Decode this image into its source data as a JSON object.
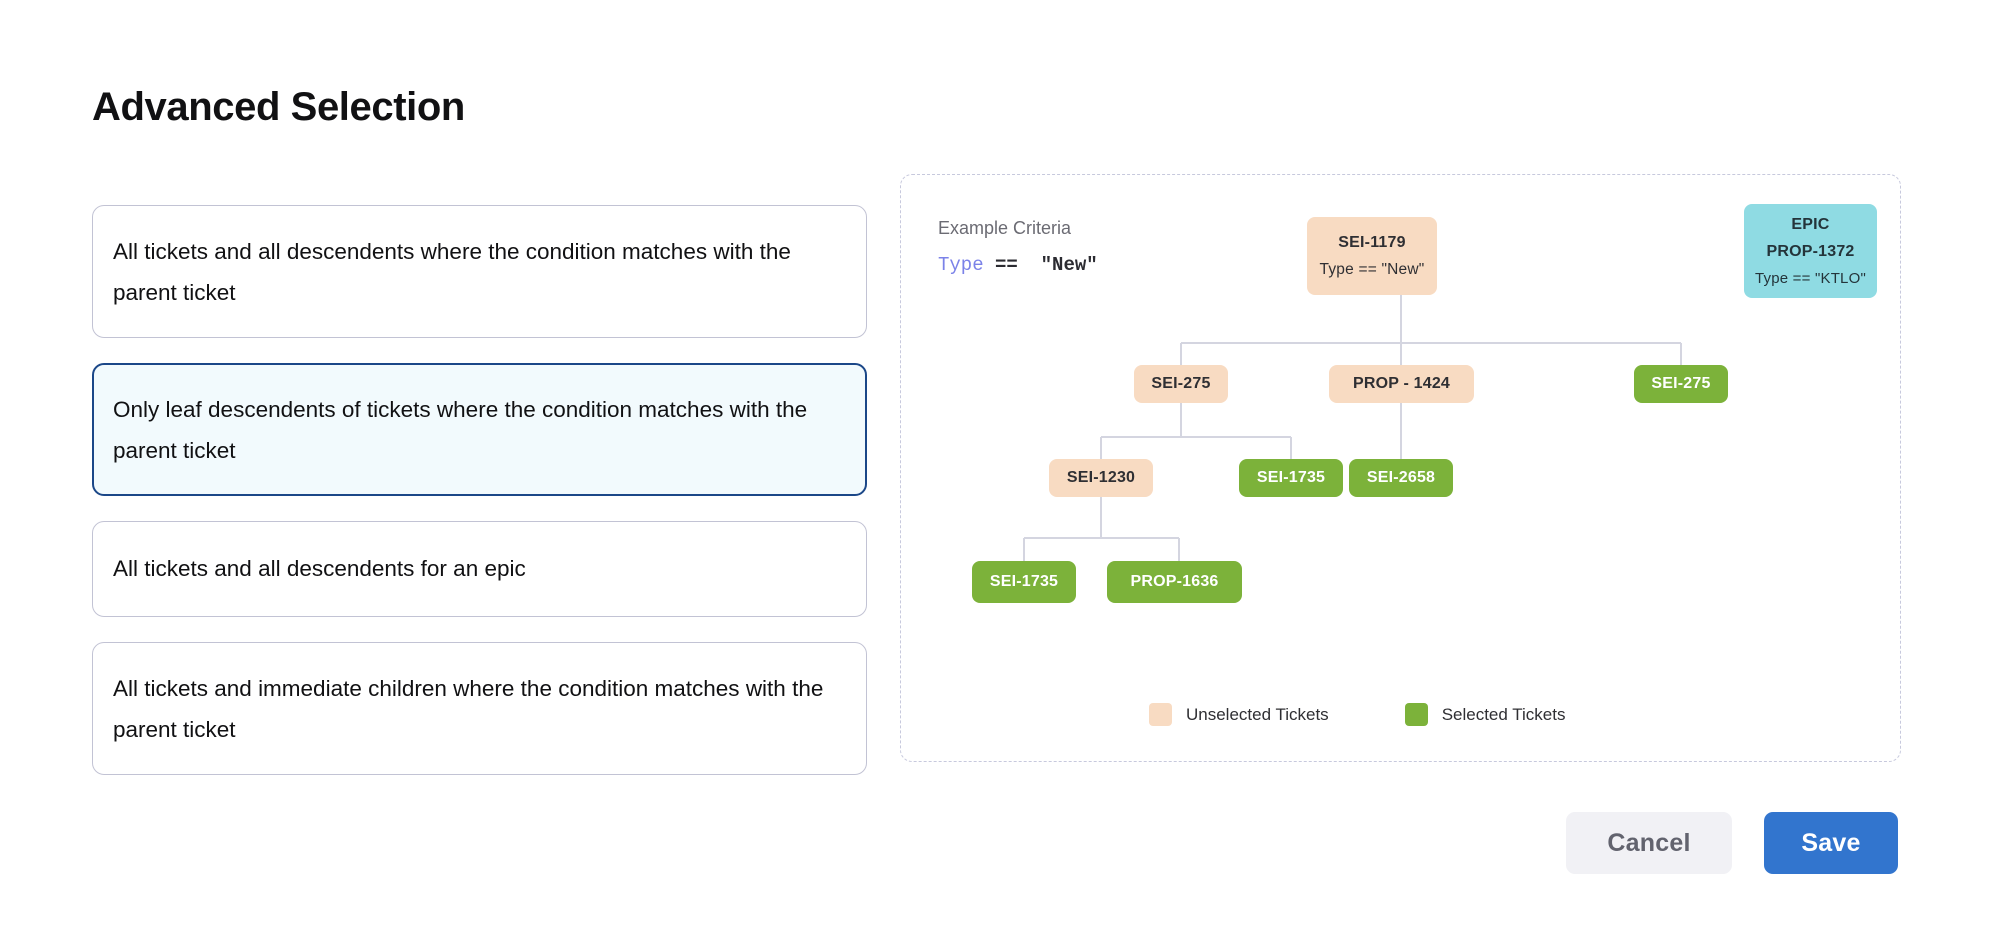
{
  "page": {
    "title": "Advanced Selection"
  },
  "options": [
    {
      "id": "all-descendents-condition",
      "label": "All tickets and all descendents where the condition matches with the parent ticket",
      "selected": false
    },
    {
      "id": "leaf-descendents-condition",
      "label": "Only leaf descendents of tickets where the condition matches with the parent ticket",
      "selected": true
    },
    {
      "id": "all-descendents-epic",
      "label": "All tickets and all descendents for an epic",
      "selected": false
    },
    {
      "id": "immediate-children-condition",
      "label": "All tickets and immediate children where the condition matches with the parent ticket",
      "selected": false
    }
  ],
  "diagram": {
    "criteria_label": "Example Criteria",
    "criteria_code": {
      "field": "Type",
      "operator": "==",
      "value": "\"New\""
    },
    "nodes": [
      {
        "id": "sei-1179",
        "line1": "SEI-1179",
        "line2": "Type == \"New\"",
        "line3": "",
        "state": "unselected"
      },
      {
        "id": "prop-1372",
        "line1": "EPIC",
        "line2": "PROP-1372",
        "line3": "Type == \"KTLO\"",
        "state": "epic"
      },
      {
        "id": "sei-275-a",
        "line1": "SEI-275",
        "line2": "",
        "line3": "",
        "state": "unselected"
      },
      {
        "id": "prop-1424",
        "line1": "PROP - 1424",
        "line2": "",
        "line3": "",
        "state": "unselected"
      },
      {
        "id": "sei-275-b",
        "line1": "SEI-275",
        "line2": "",
        "line3": "",
        "state": "selected"
      },
      {
        "id": "sei-1230",
        "line1": "SEI-1230",
        "line2": "",
        "line3": "",
        "state": "unselected"
      },
      {
        "id": "sei-1735-a",
        "line1": "SEI-1735",
        "line2": "",
        "line3": "",
        "state": "selected"
      },
      {
        "id": "sei-2658",
        "line1": "SEI-2658",
        "line2": "",
        "line3": "",
        "state": "selected"
      },
      {
        "id": "sei-1735-b",
        "line1": "SEI-1735",
        "line2": "",
        "line3": "",
        "state": "selected"
      },
      {
        "id": "prop-1636",
        "line1": "PROP-1636",
        "line2": "",
        "line3": "",
        "state": "selected"
      }
    ],
    "legend": [
      {
        "id": "unselected",
        "label": "Unselected Tickets",
        "color": "#f8dbc2"
      },
      {
        "id": "selected",
        "label": "Selected Tickets",
        "color": "#7cb23a"
      }
    ]
  },
  "footer": {
    "cancel_label": "Cancel",
    "save_label": "Save"
  },
  "colors": {
    "accent_blue": "#3275ce",
    "selected_border": "#1b4788",
    "selected_bg": "#f2fafd",
    "node_unselected": "#f8dbc2",
    "node_selected": "#7cb23a",
    "node_epic": "#8fdbe3",
    "connector": "#d4d5e0"
  }
}
